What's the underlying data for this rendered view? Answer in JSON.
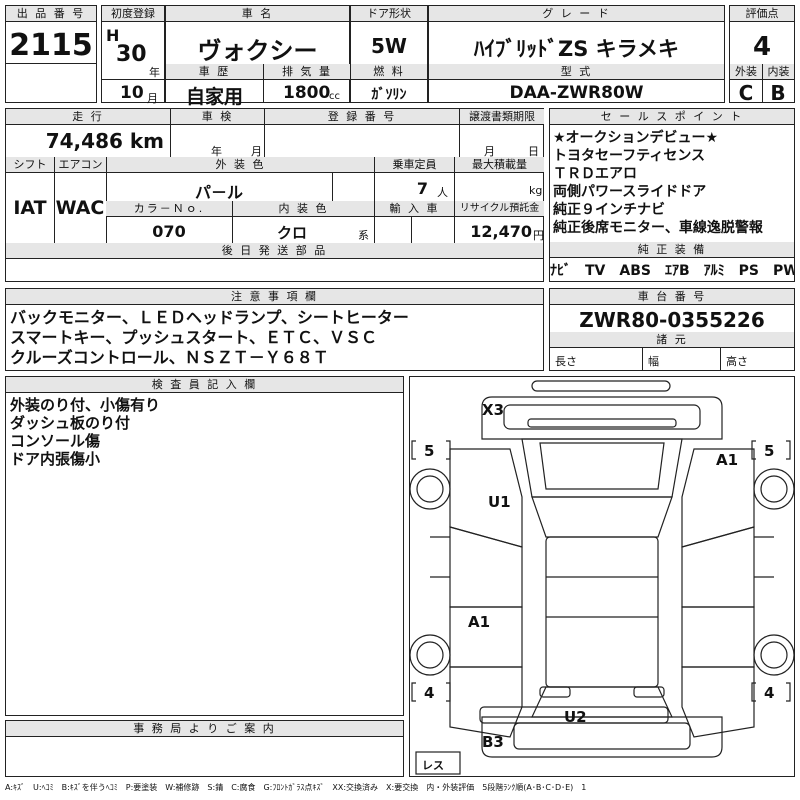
{
  "header": {
    "lot_no_label": "出 品 番 号",
    "lot_no": "2115",
    "first_reg_label": "初度登録",
    "era": "H",
    "year": "30",
    "year_suffix": "年",
    "month": "10",
    "month_suffix": "月",
    "car_name_label": "車 名",
    "car_name": "ヴォクシー",
    "history_label": "車 歴",
    "history": "自家用",
    "displacement_label": "排 気 量",
    "displacement": "1800",
    "displacement_unit": "cc",
    "door_label": "ドア形状",
    "door": "5W",
    "fuel_label": "燃 料",
    "fuel": "ｶﾞｿﾘﾝ",
    "grade_label": "グ レ ー ド",
    "grade": "ﾊｲﾌﾞﾘｯﾄﾞZS キラメキ",
    "model_label": "型 式",
    "model": "DAA-ZWR80W",
    "score_label": "評価点",
    "score": "4",
    "exterior_label": "外装",
    "exterior": "C",
    "interior_label": "内装",
    "interior": "B"
  },
  "row2": {
    "mileage_label": "走 行",
    "mileage": "74,486 km",
    "inspection_label": "車 検",
    "insp_year": "年",
    "insp_month": "月",
    "reg_no_label": "登 録 番 号",
    "transfer_label": "譲渡書類期限",
    "transfer_month": "月",
    "transfer_day": "日",
    "shift_label": "シフト",
    "shift": "IAT",
    "ac_label": "エアコン",
    "ac": "WAC",
    "ext_color_label": "外 装 色",
    "ext_color": "パ－ル",
    "capacity_label": "乗車定員",
    "capacity": "7",
    "capacity_unit": "人",
    "max_load_label": "最大積載量",
    "max_load_unit": "kg",
    "color_no_label": "カラ－Ｎｏ.",
    "color_no": "070",
    "int_color_label": "内 装 色",
    "int_color": "クロ",
    "int_color_unit": "系",
    "import_label": "輸 入 車",
    "recycle_label": "リサイクル預託金",
    "recycle": "12,470",
    "recycle_unit": "円",
    "later_label": "後 日 発 送 部 品"
  },
  "sales": {
    "label": "セ ー ル ス ポ イ ン ト",
    "lines": [
      "★オークションデビュー★",
      "トヨタセーフティセンス",
      "ＴＲＤエアロ",
      "両側パワースライドドア",
      "純正９インチナビ",
      "純正後席モニター、車線逸脱警報"
    ],
    "equip_label": "純 正 装 備",
    "equip": "ﾅﾋﾞ　TV　ABS　ｴｱB　ｱﾙﾐ　PS　PW"
  },
  "notes": {
    "label": "注 意 事 項 欄",
    "lines": [
      "バックモニター、ＬＥＤヘッドランプ、シートヒーター",
      "スマートキー、プッシュスタート、ＥＴＣ、ＶＳＣ",
      "クルーズコントロール、ＮＳＺＴ－Ｙ６８Ｔ"
    ]
  },
  "chassis": {
    "label": "車 台 番 号",
    "value": "ZWR80-0355226",
    "specs_label": "諸 元",
    "length_label": "長さ",
    "width_label": "幅",
    "height_label": "高さ"
  },
  "inspector": {
    "label": "検 査 員 記 入 欄",
    "lines": [
      "外装のり付、小傷有り",
      "ダッシュ板のり付",
      "コンソール傷",
      "ドア内張傷小"
    ]
  },
  "office": {
    "label": "事 務 局 よ り ご 案 内"
  },
  "diagram": {
    "marks": {
      "x3": "X3",
      "a1_right": "A1",
      "u1": "U1",
      "a1_left": "A1",
      "u2": "U2",
      "b3": "B3"
    },
    "tire_tl": "5",
    "tire_tr": "5",
    "tire_bl": "4",
    "tire_br": "4",
    "spare": "レス"
  },
  "legend": "A:ｷｽﾞ　U:ﾍｺﾐ　B:ｷｽﾞを伴うﾍｺﾐ　P:要塗装　W:補修跡　S:錆　C:腐食　G:ﾌﾛﾝﾄｶﾞﾗｽ点ｷｽﾞ　XX:交換済み　X:要交換　内・外装評価　5段階ﾗﾝｸ順(A･B･C･D･E)　1"
}
